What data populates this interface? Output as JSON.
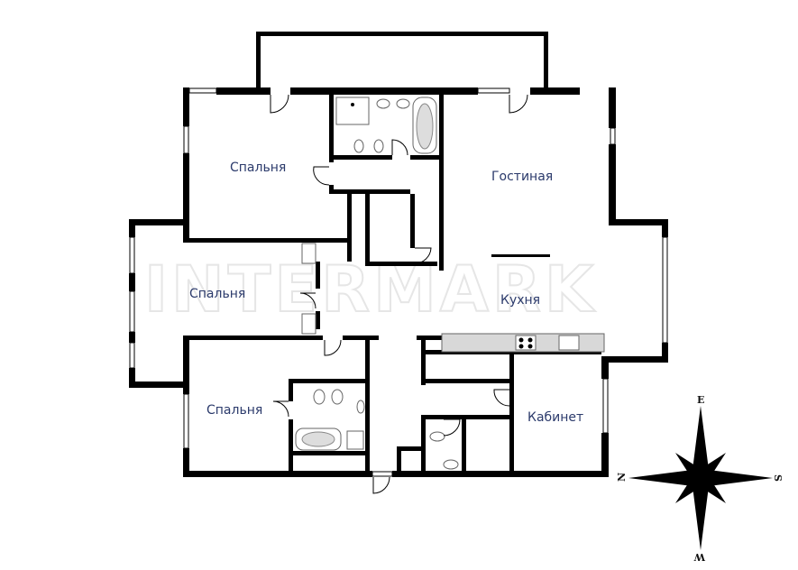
{
  "watermark": "INTERMARK",
  "rooms": {
    "bedroom_top": "Спальня",
    "bedroom_left": "Спальня",
    "bedroom_bottom": "Спальня",
    "living": "Гостиная",
    "kitchen": "Кухня",
    "study": "Кабинет"
  },
  "compass": {
    "north": "E",
    "south": "W",
    "west": "N",
    "east": "S"
  },
  "colors": {
    "walls": "#000000",
    "labels": "#2b3a6b",
    "watermark": "#e6e6e6"
  }
}
